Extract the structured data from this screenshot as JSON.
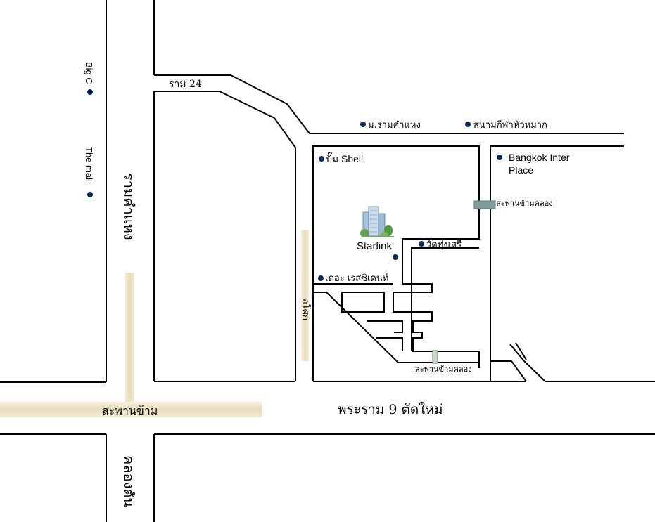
{
  "roads": {
    "ram24": "ราม 24",
    "ramkhamhaeng": "รามคำแหง",
    "rama9": "พระราม 9 ตัดใหม่",
    "overpass": "สะพานข้าม",
    "khlongtan": "คลองตัน",
    "unnamed_vertical": "อโศก"
  },
  "places": {
    "big_c": "Big C",
    "the_mall": "The mall",
    "ramkhamhaeng_uni": "ม.รามคำแหง",
    "hua_mak_stadium": "สนามกีฬาหัวหมาก",
    "shell": "ปั๊ม Shell",
    "bangkok_inter_place_line1": "Bangkok Inter",
    "bangkok_inter_place_line2": "Place",
    "wat_thung_sri": "วัดทุ่งเสรี",
    "the_residence": "เดอะ เรสซิเดนท์",
    "bridge_top": "สะพานข้ามคลอง",
    "bridge_bottom": "สะพานข้ามคลอง"
  },
  "highlight": {
    "name": "Starlink",
    "icon": "building-icon"
  },
  "colors": {
    "road_line": "#000000",
    "marker": "#0b2a5e",
    "overpass": "#ede3c8",
    "bridge_top": "#7f9c98",
    "bridge_bottom": "#c9d8c8"
  }
}
